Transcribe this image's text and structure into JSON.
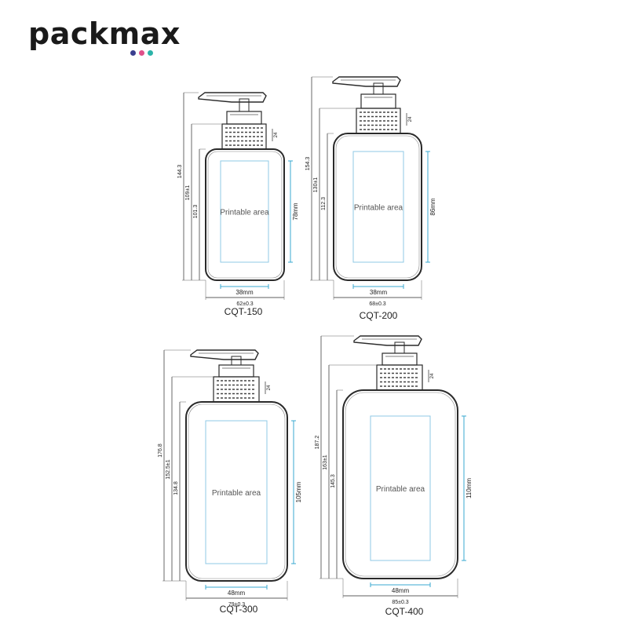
{
  "brand": {
    "name": "packmax",
    "dot_colors": [
      "#3a3f8f",
      "#e0508a",
      "#2bb3a8"
    ]
  },
  "colors": {
    "outline": "#2a2a2a",
    "print_area": "#8fc9e6",
    "dim_line": "#3aaad0"
  },
  "labels": {
    "printable_area": "Printable area"
  },
  "bottles": [
    {
      "model": "CQT-150",
      "width_dim": "38mm",
      "body_width": "62±0.3",
      "height_dim": "78mm",
      "total_height": "144.3",
      "shoulder_height": "109±1",
      "body_height": "101.3",
      "neck_dim": "24"
    },
    {
      "model": "CQT-200",
      "width_dim": "38mm",
      "body_width": "68±0.3",
      "height_dim": "86mm",
      "total_height": "154.3",
      "shoulder_height": "130±1",
      "body_height": "112.3",
      "neck_dim": "24"
    },
    {
      "model": "CQT-300",
      "width_dim": "48mm",
      "body_width": "79±0.3",
      "height_dim": "105mm",
      "total_height": "176.8",
      "shoulder_height": "152.5±1",
      "body_height": "134.8",
      "neck_dim": "24"
    },
    {
      "model": "CQT-400",
      "width_dim": "48mm",
      "body_width": "85±0.3",
      "height_dim": "110mm",
      "total_height": "187.2",
      "shoulder_height": "163±1",
      "body_height": "145.3",
      "neck_dim": "24"
    }
  ]
}
